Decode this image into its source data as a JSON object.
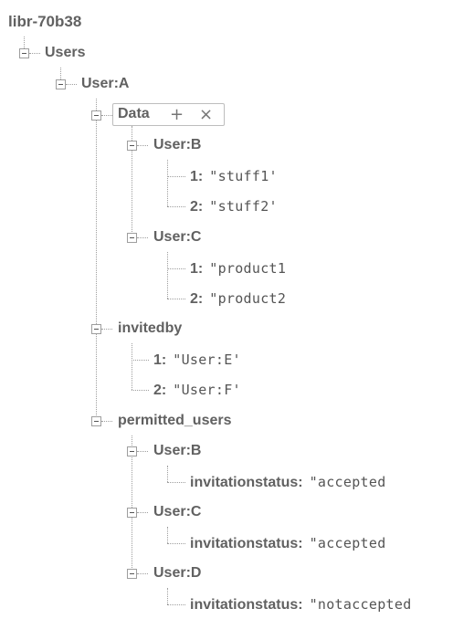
{
  "root": {
    "label": "libr-70b38"
  },
  "tree": {
    "users": {
      "label": "Users"
    },
    "user_a": {
      "label": "User:A"
    },
    "data": {
      "label": "Data",
      "add_icon": "+",
      "remove_icon": "×"
    },
    "data_user_b": {
      "label": "User:B",
      "items": [
        {
          "key": "1:",
          "value": "\"stuff1'"
        },
        {
          "key": "2:",
          "value": "\"stuff2'"
        }
      ]
    },
    "data_user_c": {
      "label": "User:C",
      "items": [
        {
          "key": "1:",
          "value": "\"product1"
        },
        {
          "key": "2:",
          "value": "\"product2"
        }
      ]
    },
    "invitedby": {
      "label": "invitedby",
      "items": [
        {
          "key": "1:",
          "value": "\"User:E'"
        },
        {
          "key": "2:",
          "value": "\"User:F'"
        }
      ]
    },
    "permitted_users": {
      "label": "permitted_users",
      "children": [
        {
          "label": "User:B",
          "key": "invitationstatus:",
          "value": "\"accepted"
        },
        {
          "label": "User:C",
          "key": "invitationstatus:",
          "value": "\"accepted"
        },
        {
          "label": "User:D",
          "key": "invitationstatus:",
          "value": "\"notaccepted"
        }
      ]
    }
  },
  "colors": {
    "text": "#616161",
    "value": "#555555",
    "connector": "#9e9e9e",
    "edit_border": "#bdbdbd"
  },
  "icons": {
    "toggle": "collapse-minus-icon",
    "add": "plus-icon",
    "remove": "close-icon"
  }
}
